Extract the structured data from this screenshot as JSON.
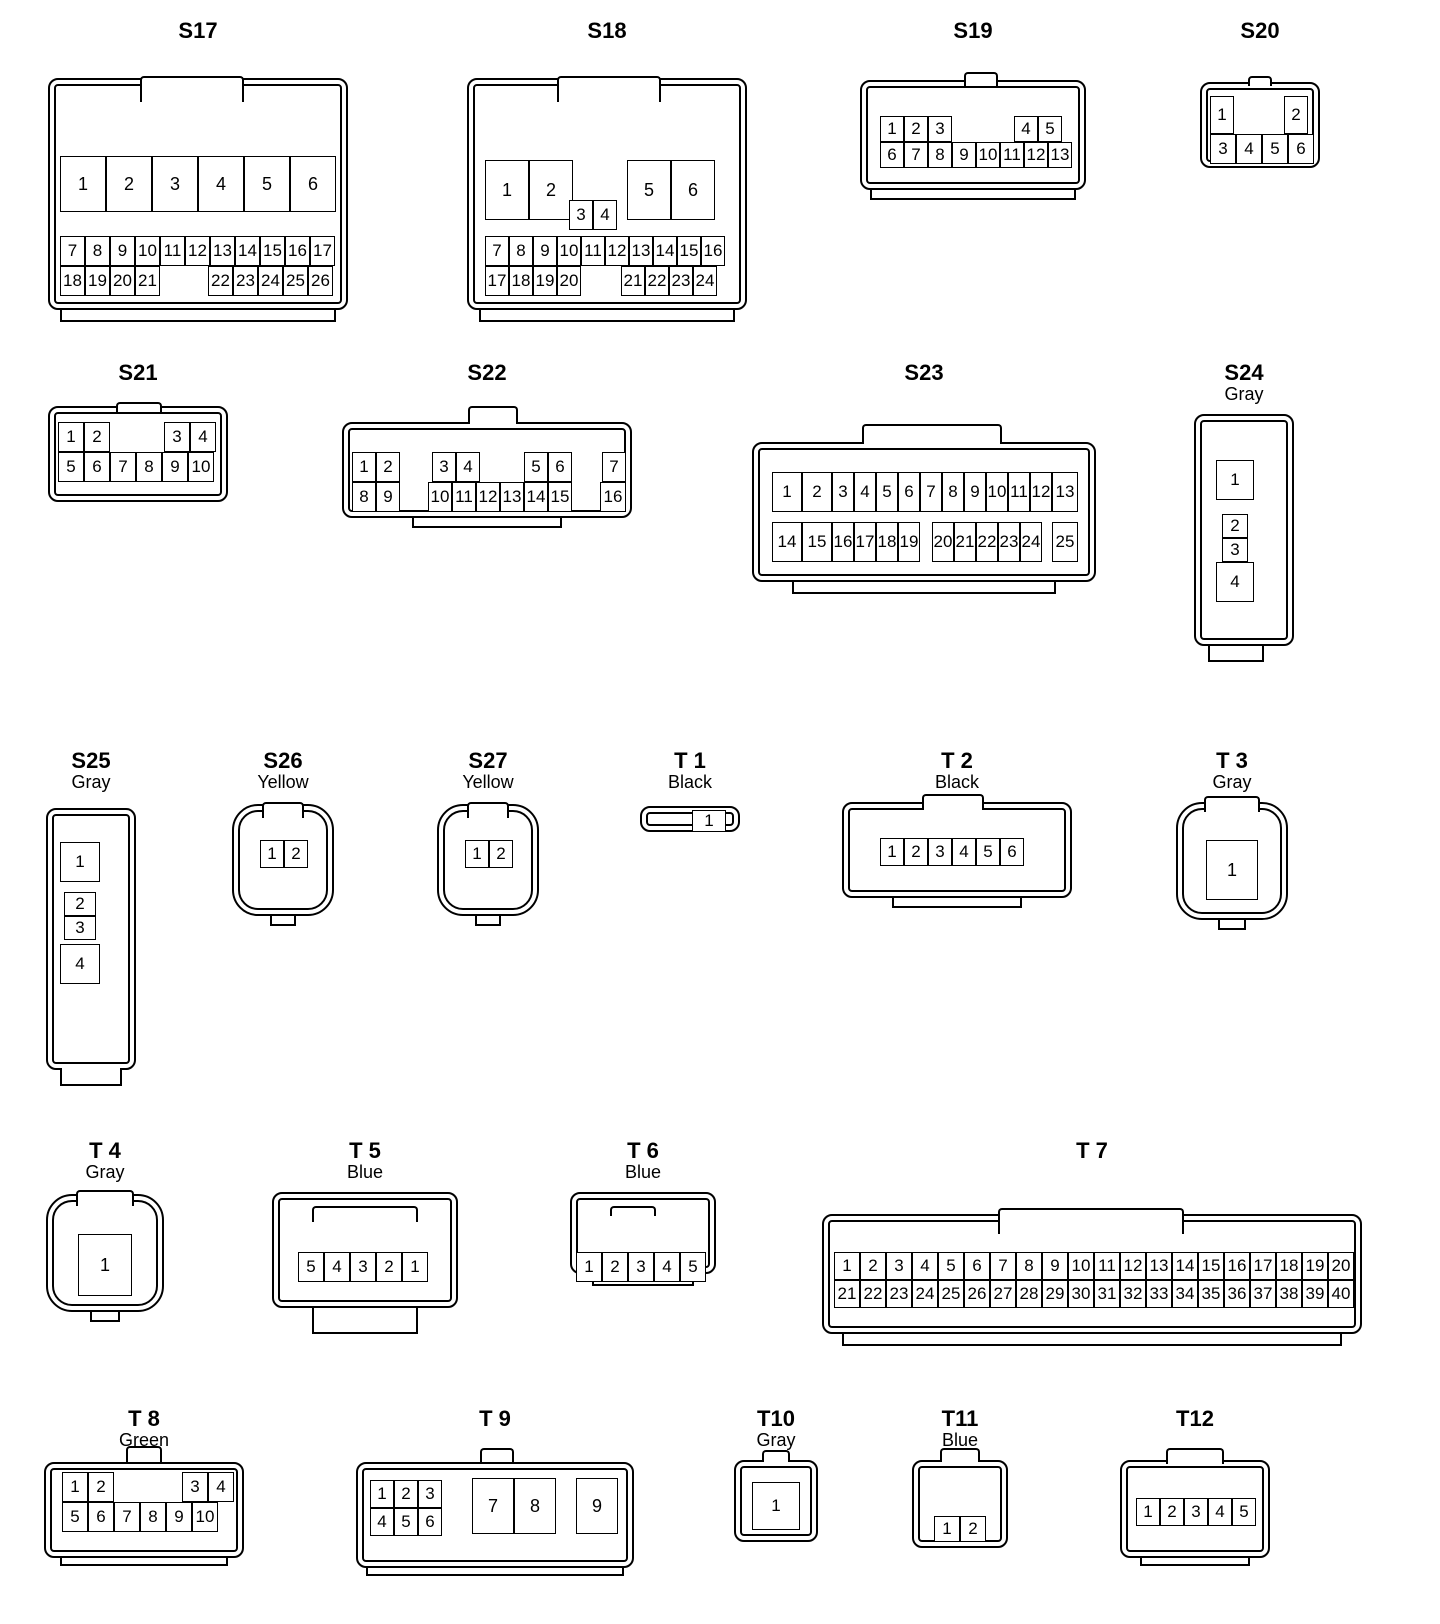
{
  "connectors": [
    {
      "id": "S17",
      "color": "",
      "pins": [
        "1",
        "2",
        "3",
        "4",
        "5",
        "6",
        "7",
        "8",
        "9",
        "10",
        "11",
        "12",
        "13",
        "14",
        "15",
        "16",
        "17",
        "18",
        "19",
        "20",
        "21",
        "22",
        "23",
        "24",
        "25",
        "26"
      ]
    },
    {
      "id": "S18",
      "color": "",
      "pins": [
        "1",
        "2",
        "3",
        "4",
        "5",
        "6",
        "7",
        "8",
        "9",
        "10",
        "11",
        "12",
        "13",
        "14",
        "15",
        "16",
        "17",
        "18",
        "19",
        "20",
        "21",
        "22",
        "23",
        "24"
      ]
    },
    {
      "id": "S19",
      "color": "",
      "pins": [
        "1",
        "2",
        "3",
        "4",
        "5",
        "6",
        "7",
        "8",
        "9",
        "10",
        "11",
        "12",
        "13"
      ]
    },
    {
      "id": "S20",
      "color": "",
      "pins": [
        "1",
        "2",
        "3",
        "4",
        "5",
        "6"
      ]
    },
    {
      "id": "S21",
      "color": "",
      "pins": [
        "1",
        "2",
        "3",
        "4",
        "5",
        "6",
        "7",
        "8",
        "9",
        "10"
      ]
    },
    {
      "id": "S22",
      "color": "",
      "pins": [
        "1",
        "2",
        "3",
        "4",
        "5",
        "6",
        "7",
        "8",
        "9",
        "10",
        "11",
        "12",
        "13",
        "14",
        "15",
        "16"
      ]
    },
    {
      "id": "S23",
      "color": "",
      "pins": [
        "1",
        "2",
        "3",
        "4",
        "5",
        "6",
        "7",
        "8",
        "9",
        "10",
        "11",
        "12",
        "13",
        "14",
        "15",
        "16",
        "17",
        "18",
        "19",
        "20",
        "21",
        "22",
        "23",
        "24",
        "25"
      ]
    },
    {
      "id": "S24",
      "color": "Gray",
      "pins": [
        "1",
        "2",
        "3",
        "4"
      ]
    },
    {
      "id": "S25",
      "color": "Gray",
      "pins": [
        "1",
        "2",
        "3",
        "4"
      ]
    },
    {
      "id": "S26",
      "color": "Yellow",
      "pins": [
        "1",
        "2"
      ]
    },
    {
      "id": "S27",
      "color": "Yellow",
      "pins": [
        "1",
        "2"
      ]
    },
    {
      "id": "T 1",
      "color": "Black",
      "pins": [
        "1"
      ]
    },
    {
      "id": "T 2",
      "color": "Black",
      "pins": [
        "1",
        "2",
        "3",
        "4",
        "5",
        "6"
      ]
    },
    {
      "id": "T 3",
      "color": "Gray",
      "pins": [
        "1"
      ]
    },
    {
      "id": "T 4",
      "color": "Gray",
      "pins": [
        "1"
      ]
    },
    {
      "id": "T 5",
      "color": "Blue",
      "pins": [
        "5",
        "4",
        "3",
        "2",
        "1"
      ]
    },
    {
      "id": "T 6",
      "color": "Blue",
      "pins": [
        "1",
        "2",
        "3",
        "4",
        "5"
      ]
    },
    {
      "id": "T 7",
      "color": "",
      "pins": [
        "1",
        "2",
        "3",
        "4",
        "5",
        "6",
        "7",
        "8",
        "9",
        "10",
        "11",
        "12",
        "13",
        "14",
        "15",
        "16",
        "17",
        "18",
        "19",
        "20",
        "21",
        "22",
        "23",
        "24",
        "25",
        "26",
        "27",
        "28",
        "29",
        "30",
        "31",
        "32",
        "33",
        "34",
        "35",
        "36",
        "37",
        "38",
        "39",
        "40"
      ]
    },
    {
      "id": "T 8",
      "color": "Green",
      "pins": [
        "1",
        "2",
        "3",
        "4",
        "5",
        "6",
        "7",
        "8",
        "9",
        "10"
      ]
    },
    {
      "id": "T 9",
      "color": "",
      "pins": [
        "1",
        "2",
        "3",
        "4",
        "5",
        "6",
        "7",
        "8",
        "9"
      ]
    },
    {
      "id": "T10",
      "color": "Gray",
      "pins": [
        "1"
      ]
    },
    {
      "id": "T11",
      "color": "Blue",
      "pins": [
        "1",
        "2"
      ]
    },
    {
      "id": "T12",
      "color": "",
      "pins": [
        "1",
        "2",
        "3",
        "4",
        "5"
      ]
    }
  ]
}
